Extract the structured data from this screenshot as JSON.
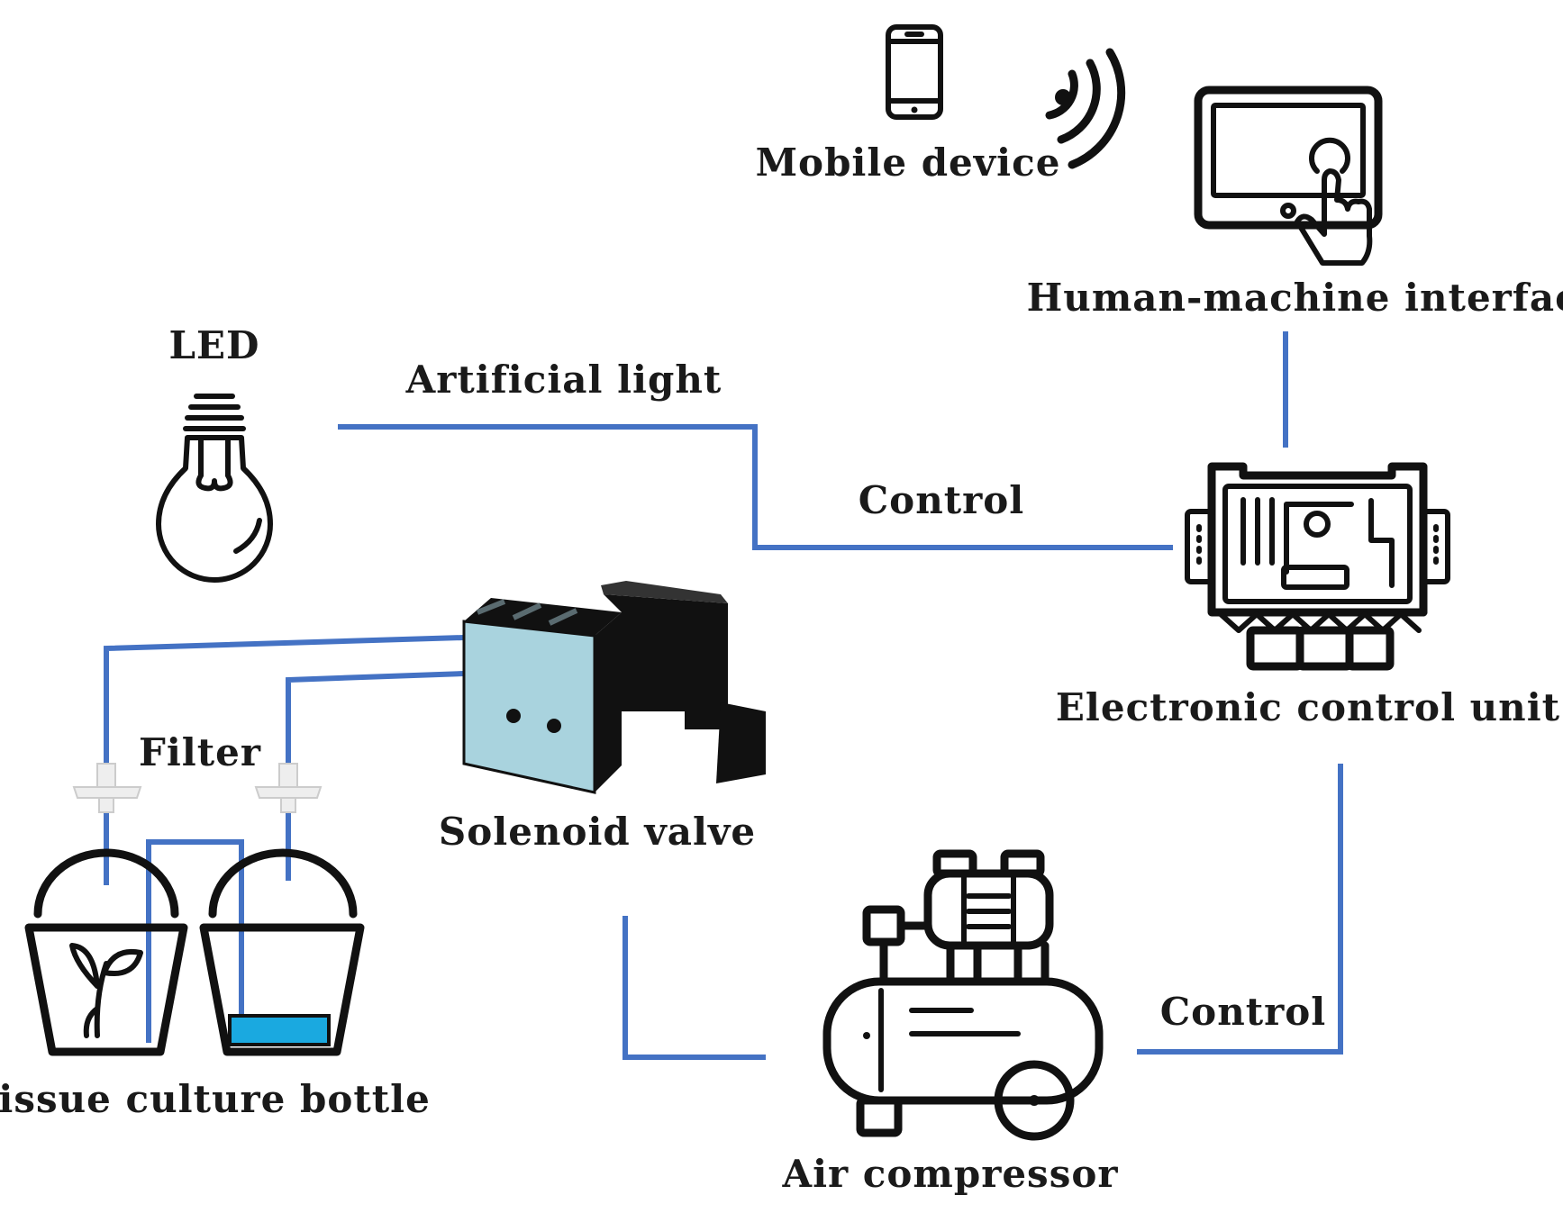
{
  "labels": {
    "mobile_device": "Mobile device",
    "hmi": "Human-machine interface",
    "led": "LED",
    "artificial_light": "Artificial light",
    "control_top": "Control",
    "ecu": "Electronic control unit",
    "filter": "Filter",
    "solenoid_valve": "Solenoid valve",
    "tissue_culture_bottle": "Tissue culture bottle",
    "control_bottom": "Control",
    "air_compressor": "Air compressor"
  },
  "colors": {
    "wire": "#4472c4",
    "ink": "#111111",
    "liquid": "#1aa9e0",
    "valve_body": "#a9d3de",
    "valve_coil": "#111111",
    "filter": "#eeeeee"
  },
  "icons": {
    "mobile_device": "smartphone-icon",
    "wireless": "wifi-signal-icon",
    "hmi": "touch-tablet-icon",
    "led": "light-bulb-icon",
    "ecu": "control-board-icon",
    "solenoid_valve": "solenoid-valve-icon",
    "filter": "syringe-filter-icon",
    "bottle": "culture-bottle-icon",
    "plant": "plant-sprout-icon",
    "air_compressor": "air-compressor-icon"
  }
}
